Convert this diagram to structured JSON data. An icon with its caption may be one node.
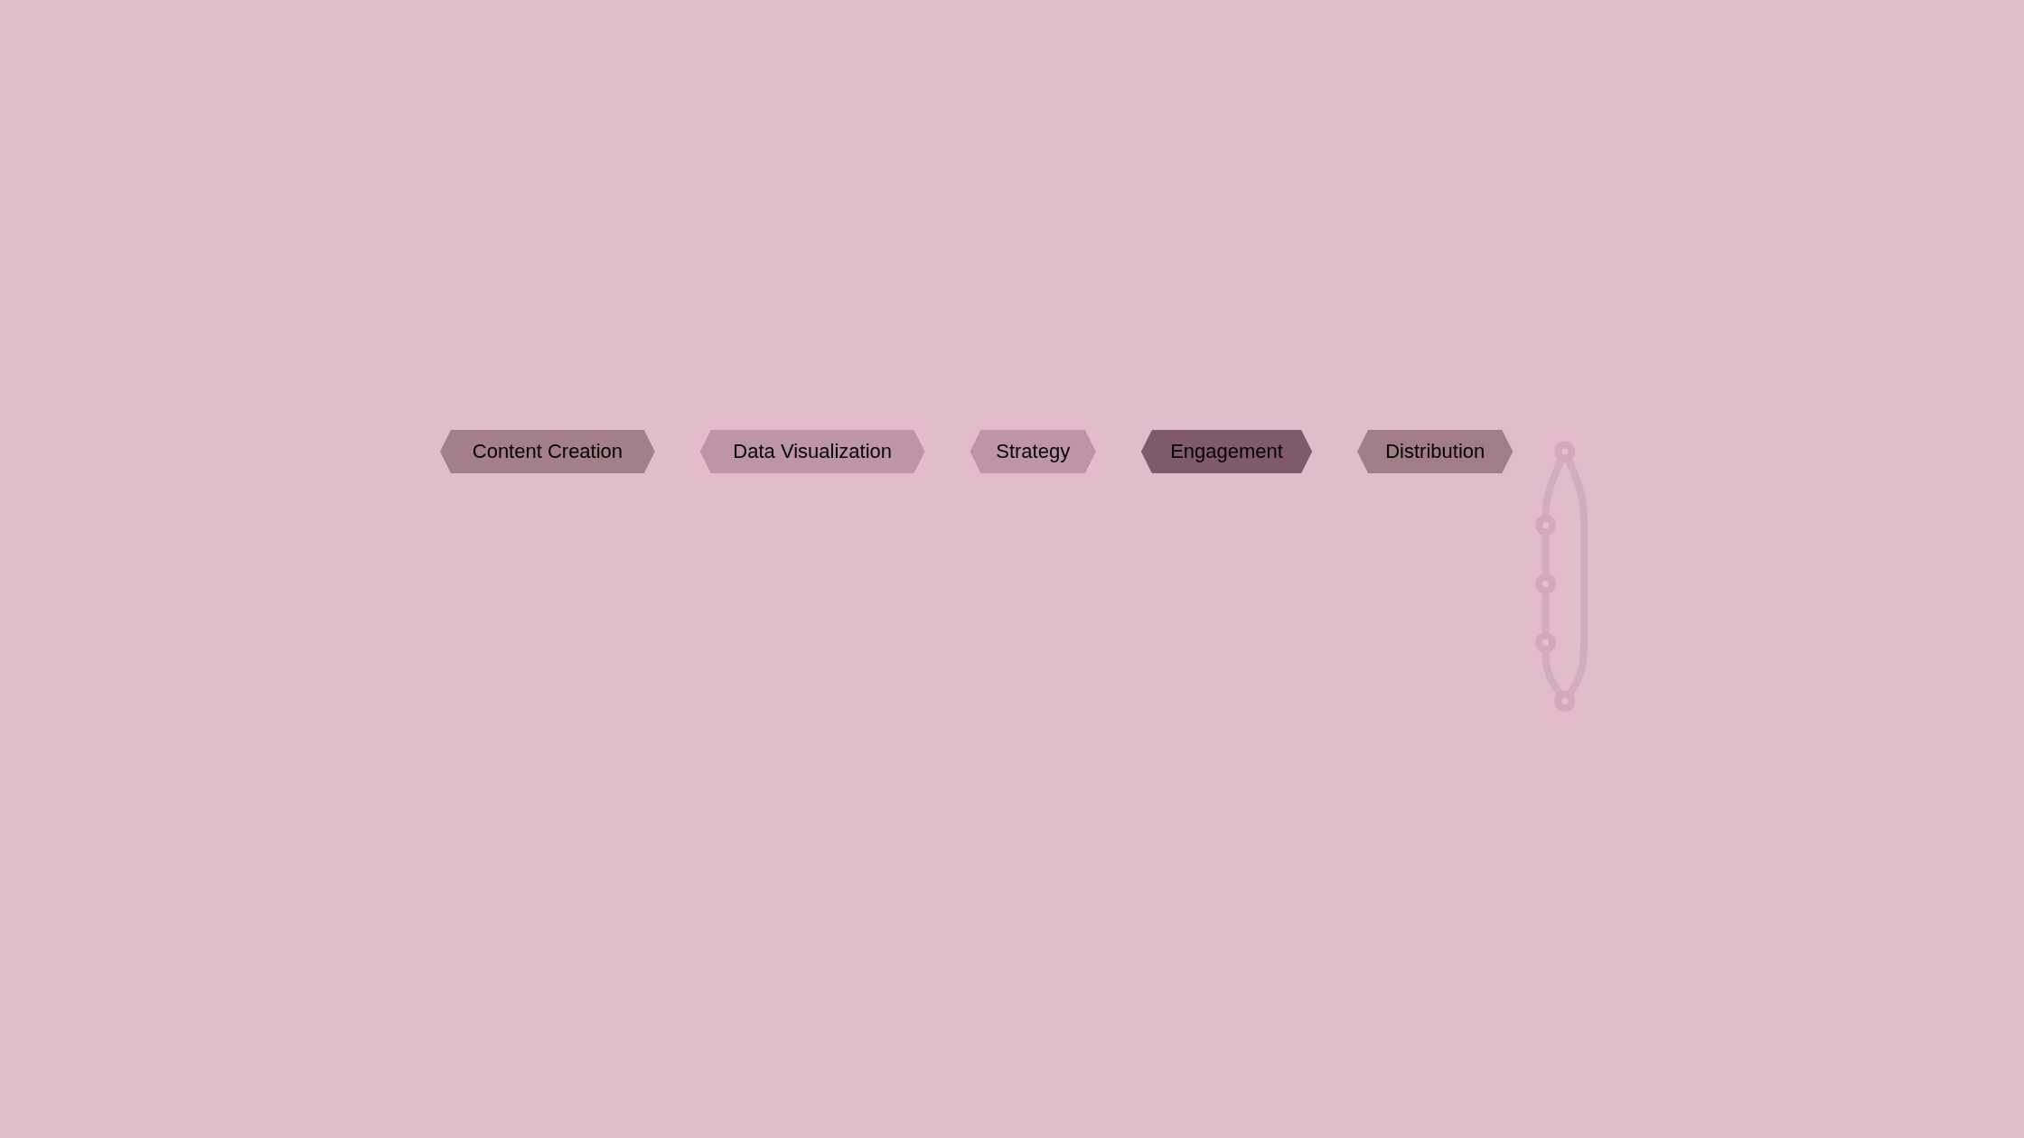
{
  "diagram": {
    "nodes": [
      {
        "text": [
          "Content Creation"
        ]
      },
      {
        "text": [
          "Data Visualization"
        ]
      },
      {
        "text": [
          "Strategy"
        ]
      },
      {
        "text": [
          "Engagement"
        ]
      },
      {
        "text": [
          "Distribution"
        ]
      },
      {
        "text": [],
        "shape": "circle"
      },
      {
        "text": [],
        "shape": "circle"
      },
      {
        "text": [],
        "shape": "circle"
      },
      {
        "text": [],
        "shape": "circle"
      },
      {
        "text": [],
        "shape": "circle"
      }
    ],
    "edges": [
      {
        "from": 7,
        "to": 5,
        "arrow": "none"
      },
      {
        "from": 5,
        "to": 6,
        "arrow": "none"
      },
      {
        "from": 6,
        "to": 8,
        "arrow": "none"
      },
      {
        "from": 8,
        "to": 9,
        "arrow": "none"
      },
      {
        "from": 9,
        "to": 7,
        "arrow": "none"
      }
    ]
  }
}
